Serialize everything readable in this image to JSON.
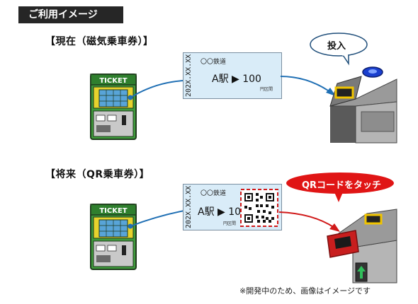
{
  "header": {
    "title": "ご利用イメージ"
  },
  "current": {
    "title": "【現在（磁気乗車券）】",
    "machine_label": "TICKET",
    "ticket": {
      "date": "202X.XX.XX",
      "railway": "〇〇鉄道",
      "route": "A駅 ▶ 100",
      "fare_note": "円区間"
    },
    "callout": "投入"
  },
  "future": {
    "title": "【将来（QR乗車券）】",
    "machine_label": "TICKET",
    "ticket": {
      "date": "202X.XX.XX",
      "railway": "〇〇鉄道",
      "route": "A駅 ▶ 100",
      "fare_note": "円区間"
    },
    "callout": "QRコードをタッチ"
  },
  "note": "※開発中のため、画像はイメージです",
  "colors": {
    "header_bg": "#262626",
    "ticket_bg": "#d9ecf8",
    "arrow_blue": "#1f6fb4",
    "arrow_red": "#d11a1a",
    "qr_frame": "#d11a1a",
    "machine_green": "#3f9b3c",
    "machine_yellow": "#e7d22d",
    "gate_gray": "#8c8c8c",
    "gate_slot_yellow": "#f0c400",
    "reader_red": "#c81e1e",
    "reader_blue": "#1a3fcf"
  }
}
